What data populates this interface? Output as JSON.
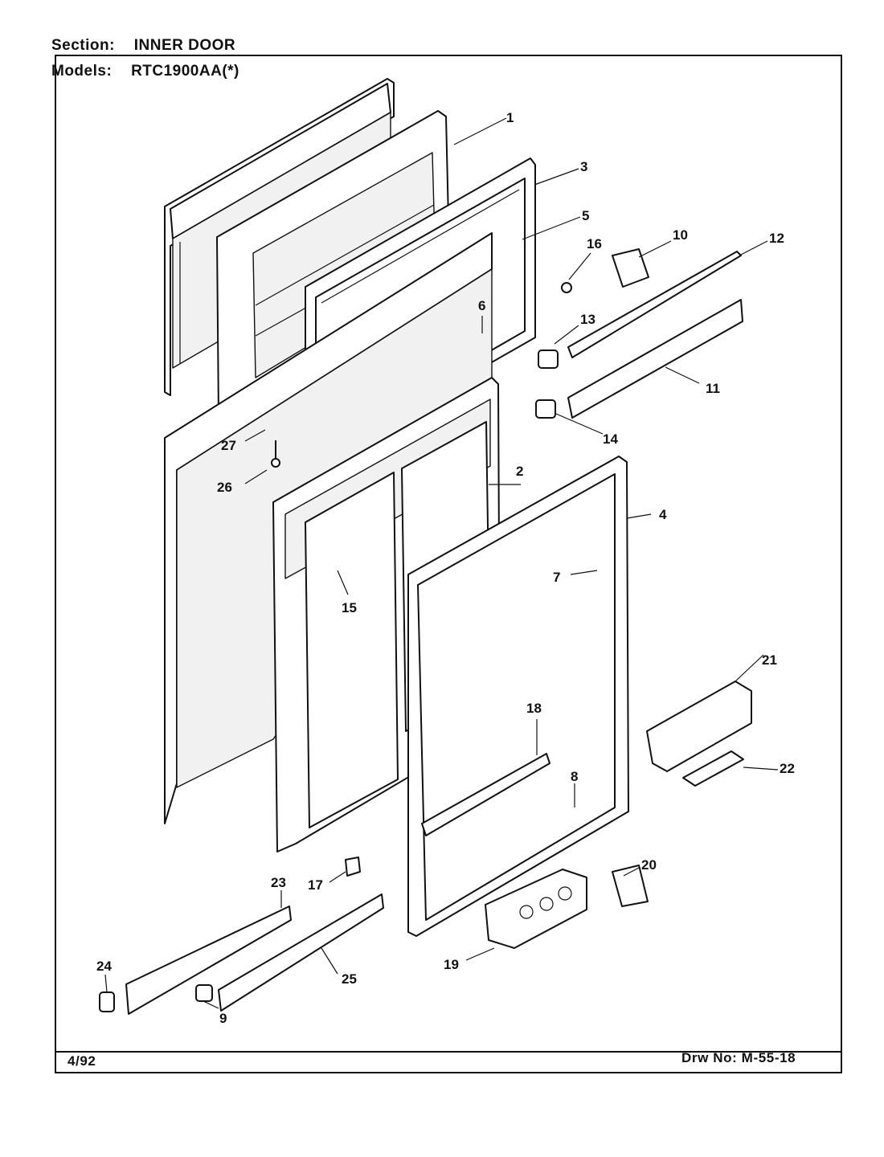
{
  "header": {
    "section_key": "Section:",
    "section_value": "INNER DOOR",
    "models_key": "Models:",
    "models_value": "RTC1900AA(*)"
  },
  "footer": {
    "date": "4/92",
    "drawing_number": "Drw No: M-55-18"
  },
  "callouts": [
    "1",
    "2",
    "3",
    "4",
    "5",
    "6",
    "7",
    "8",
    "9",
    "10",
    "11",
    "12",
    "13",
    "14",
    "15",
    "16",
    "17",
    "18",
    "19",
    "20",
    "21",
    "22",
    "23",
    "24",
    "25",
    "26",
    "27"
  ]
}
